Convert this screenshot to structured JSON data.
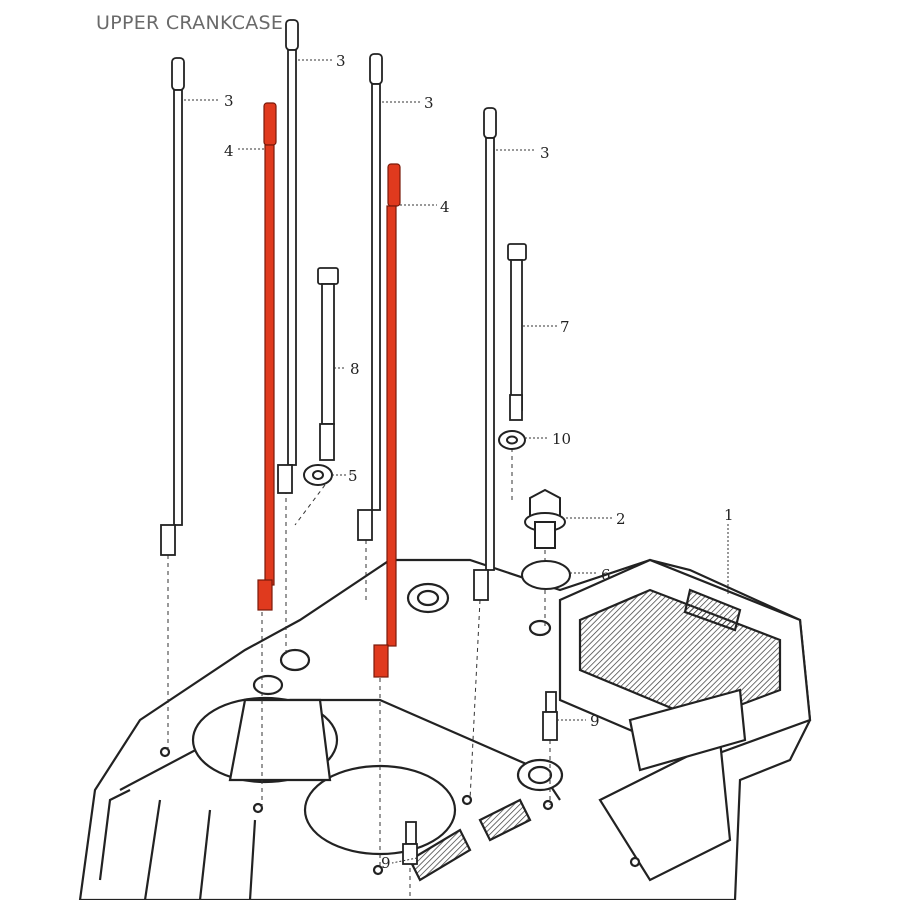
{
  "title": "UPPER CRANKCASE",
  "colors": {
    "highlight": "#e03a1e",
    "ink": "#222222",
    "title": "#6a6a6a"
  },
  "callouts": {
    "c1": "1",
    "c2": "2",
    "c3a": "3",
    "c3b": "3",
    "c3c": "3",
    "c3d": "3",
    "c4a": "4",
    "c4b": "4",
    "c5": "5",
    "c6": "6",
    "c7": "7",
    "c8": "8",
    "c9a": "9",
    "c9b": "9",
    "c10": "10"
  }
}
